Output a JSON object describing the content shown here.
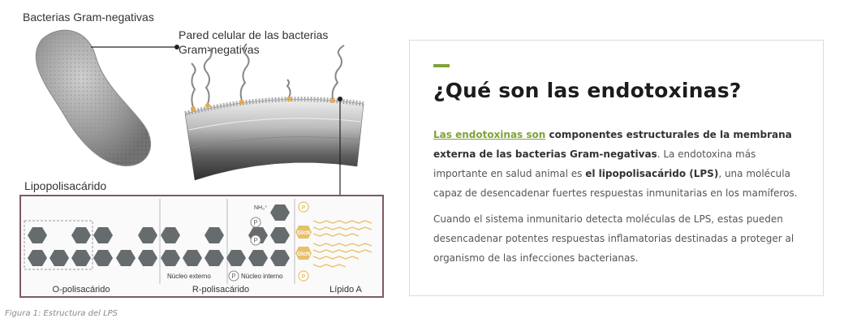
{
  "figure": {
    "label_bacteria": "Bacterias Gram-negativas",
    "label_wall_line1": "Pared celular de las bacterias",
    "label_wall_line2": "Gram-negativas",
    "label_lps": "Lipopolisacárido",
    "label_nh3": "NH₃⁺",
    "label_p": "P",
    "label_glcn": "GlcN",
    "label_nucleo_externo": "Núcleo externo",
    "label_nucleo_interno": "Núcleo interno",
    "label_o_polisacarido": "O-polisacárido",
    "label_r_polisacarido": "R-polisacárido",
    "label_lipido_a": "Lípido A",
    "caption": "Figura 1: Estructura del LPS",
    "colors": {
      "frame": "#7b5a66",
      "hexagon": "#666b6e",
      "lipid": "#e8c06a",
      "phosphate": "#888888"
    }
  },
  "card": {
    "title": "¿Qué son las endotoxinas?",
    "p1_link": "Las endotoxinas son",
    "p1_bold1": " componentes estructurales de la membrana externa de las bacterias Gram-negativas",
    "p1_text1": ". La endotoxina más importante en salud animal es ",
    "p1_bold2": "el lipopolisacárido (LPS)",
    "p1_text2": ", una molécula capaz de desencadenar fuertes respuestas inmunitarias en los mamíferos.",
    "p2": "Cuando el sistema inmunitario detecta moléculas de LPS, estas pueden desencadenar potentes respuestas inflamatorias destinadas a proteger al organismo de las infecciones bacterianas.",
    "accent_color": "#7fa23a"
  }
}
